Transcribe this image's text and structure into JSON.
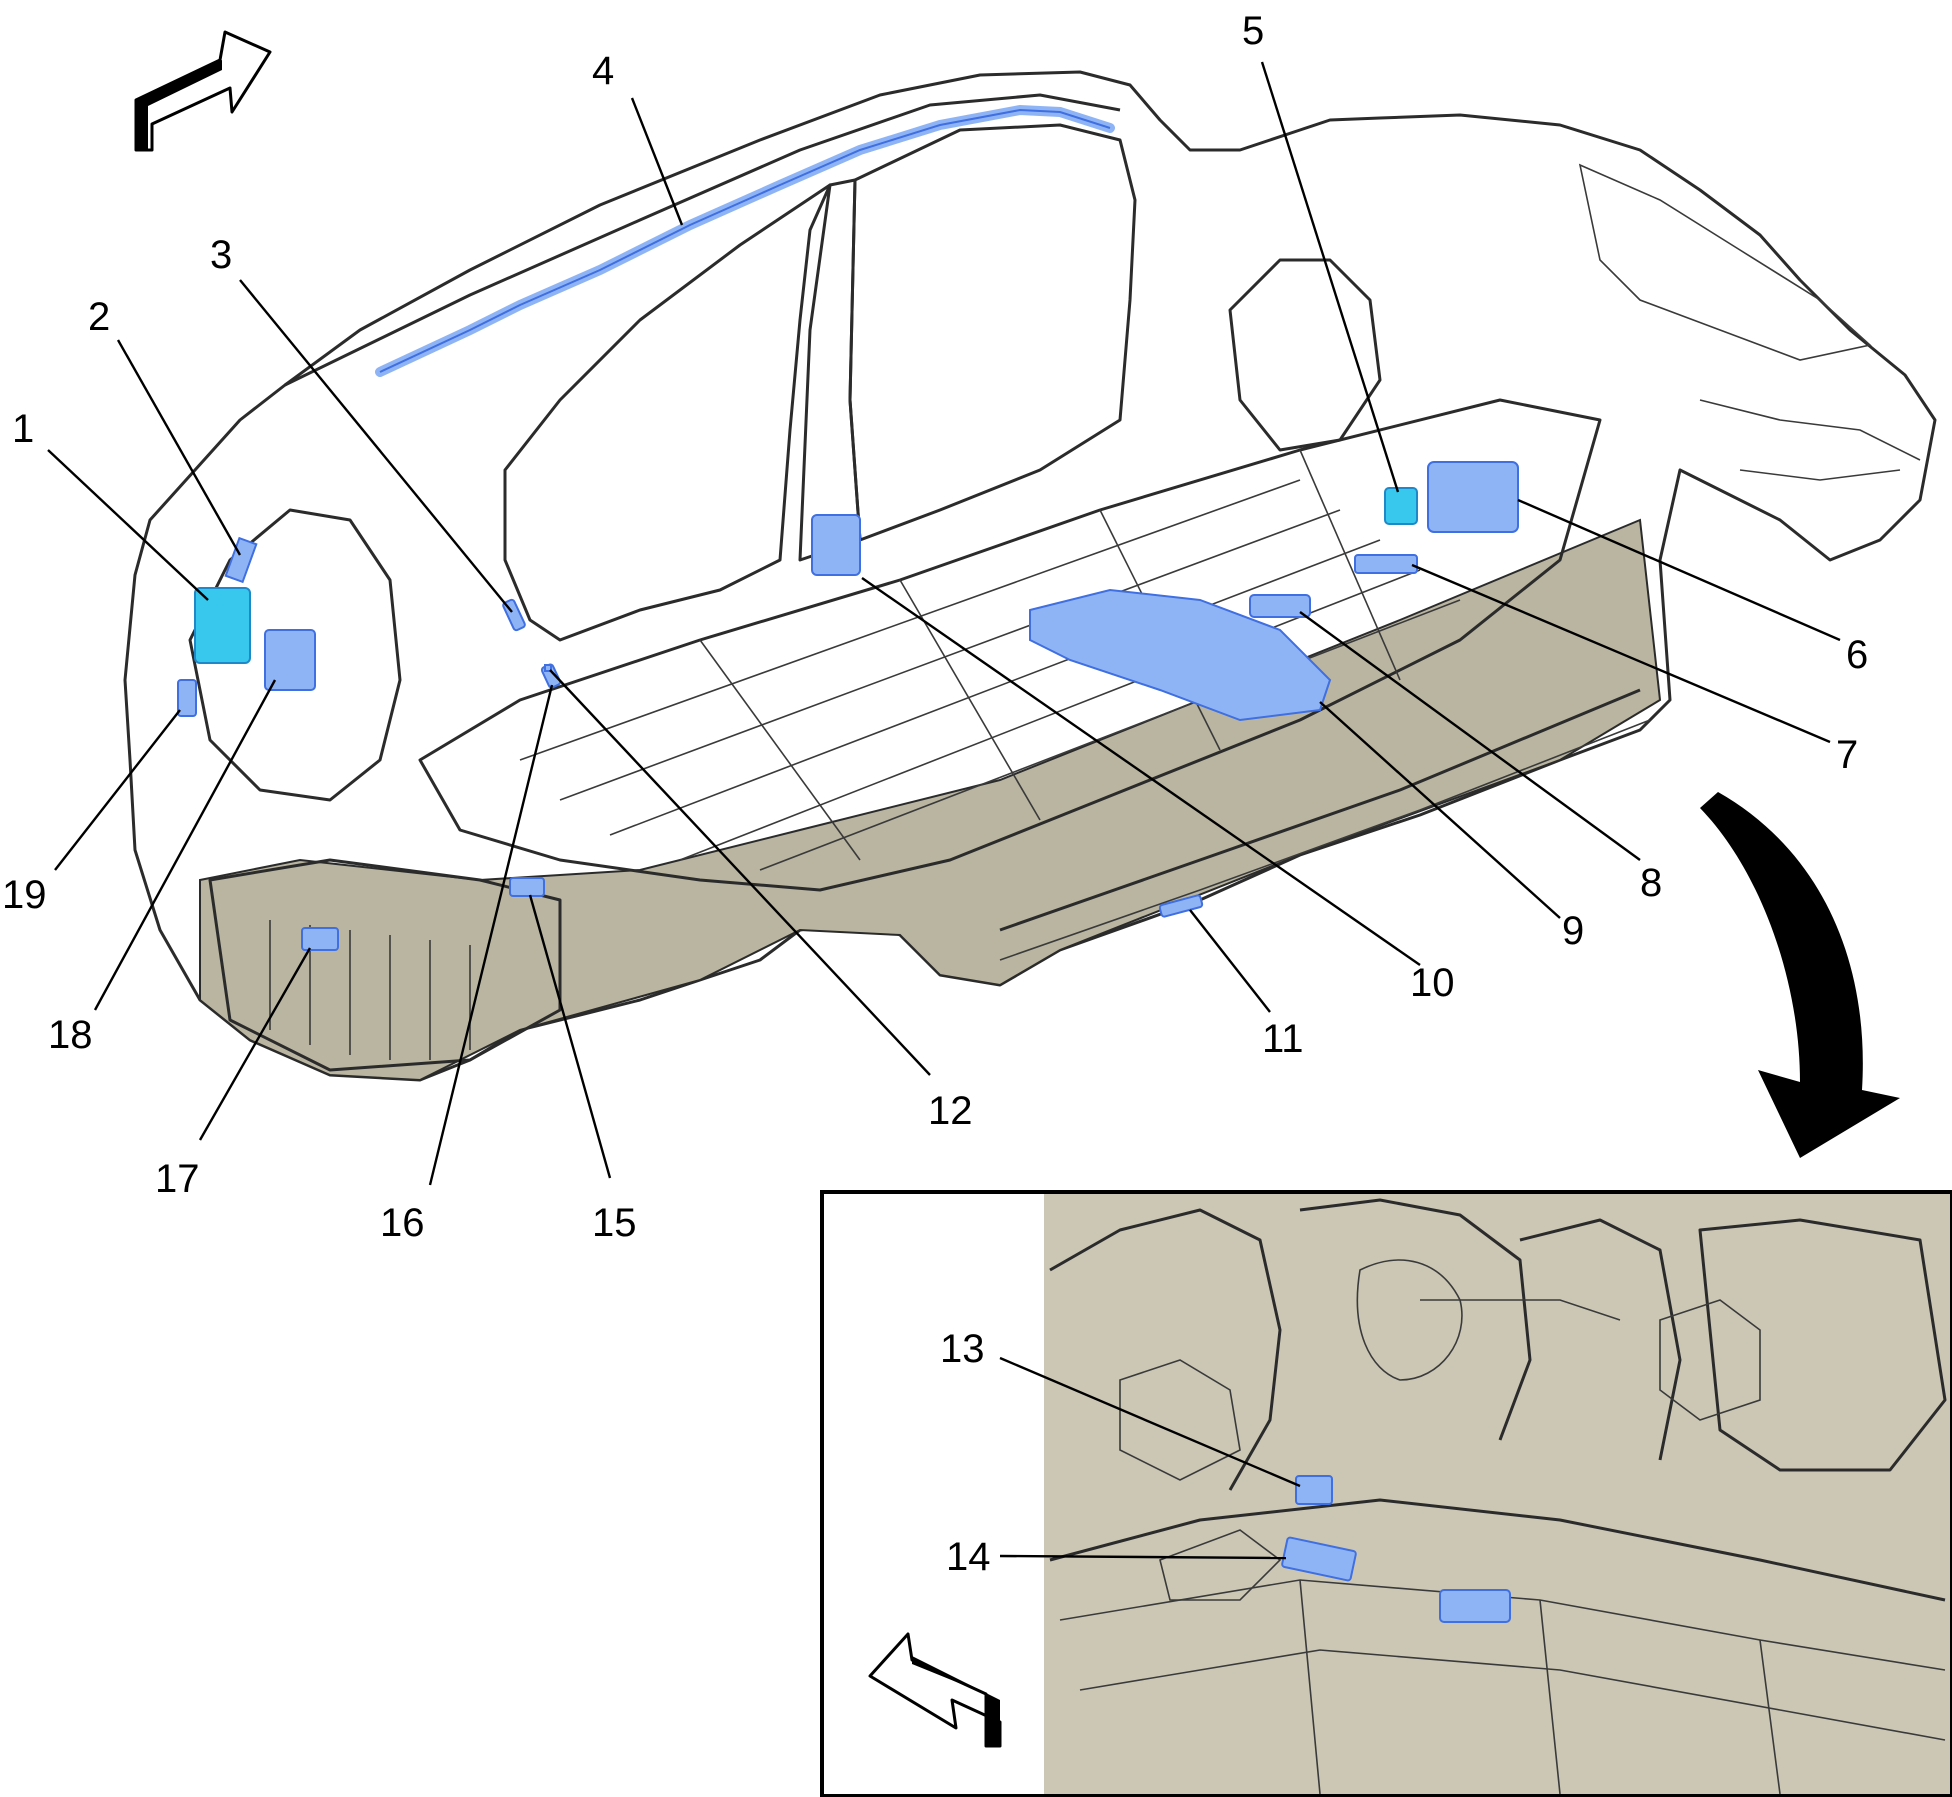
{
  "colors": {
    "body_fill": "#cbc7b4",
    "body_shade": "#b9b5a1",
    "glass_fill": "#d3cfbd",
    "line": "#2b2b2b",
    "component_blue": "#8fb4f5",
    "component_blue_stroke": "#3f6fe0",
    "component_cyan": "#38c8ee",
    "arrow_black": "#000000"
  },
  "icons": {
    "direction_arrow_main": "forward-direction-arrow-icon",
    "detail_pointer": "detail-view-curved-arrow-icon",
    "direction_arrow_inset": "inset-direction-arrow-icon"
  },
  "callouts": [
    {
      "id": "1",
      "label": "1"
    },
    {
      "id": "2",
      "label": "2"
    },
    {
      "id": "3",
      "label": "3"
    },
    {
      "id": "4",
      "label": "4"
    },
    {
      "id": "5",
      "label": "5"
    },
    {
      "id": "6",
      "label": "6"
    },
    {
      "id": "7",
      "label": "7"
    },
    {
      "id": "8",
      "label": "8"
    },
    {
      "id": "9",
      "label": "9"
    },
    {
      "id": "10",
      "label": "10"
    },
    {
      "id": "11",
      "label": "11"
    },
    {
      "id": "12",
      "label": "12"
    },
    {
      "id": "13",
      "label": "13"
    },
    {
      "id": "14",
      "label": "14"
    },
    {
      "id": "15",
      "label": "15"
    },
    {
      "id": "16",
      "label": "16"
    },
    {
      "id": "17",
      "label": "17"
    },
    {
      "id": "18",
      "label": "18"
    },
    {
      "id": "19",
      "label": "19"
    }
  ]
}
